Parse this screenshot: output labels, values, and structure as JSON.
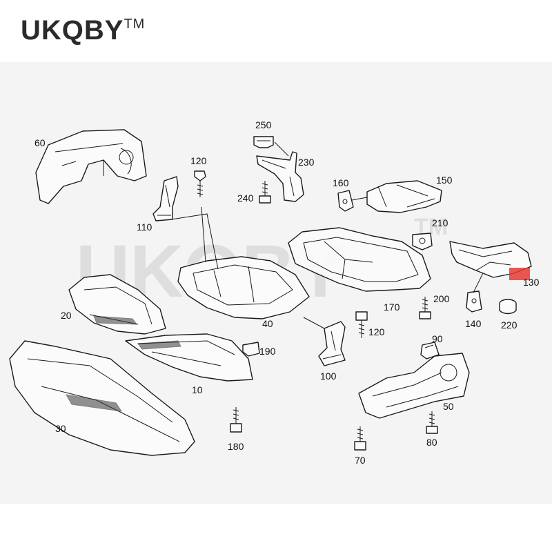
{
  "brand": {
    "name": "UKQBY",
    "mark": "TM"
  },
  "watermark": {
    "name": "UKQBY",
    "mark": "TM"
  },
  "highlight_color": "#e53935",
  "labels": {
    "l10": "10",
    "l20": "20",
    "l30": "30",
    "l40": "40",
    "l50": "50",
    "l60": "60",
    "l70": "70",
    "l80": "80",
    "l90": "90",
    "l100": "100",
    "l110": "110",
    "l120a": "120",
    "l120b": "120",
    "l130": "130",
    "l140": "140",
    "l150": "150",
    "l160": "160",
    "l170": "170",
    "l180": "180",
    "l190": "190",
    "l200": "200",
    "l210": "210",
    "l220": "220",
    "l230": "230",
    "l240": "240",
    "l250": "250"
  }
}
